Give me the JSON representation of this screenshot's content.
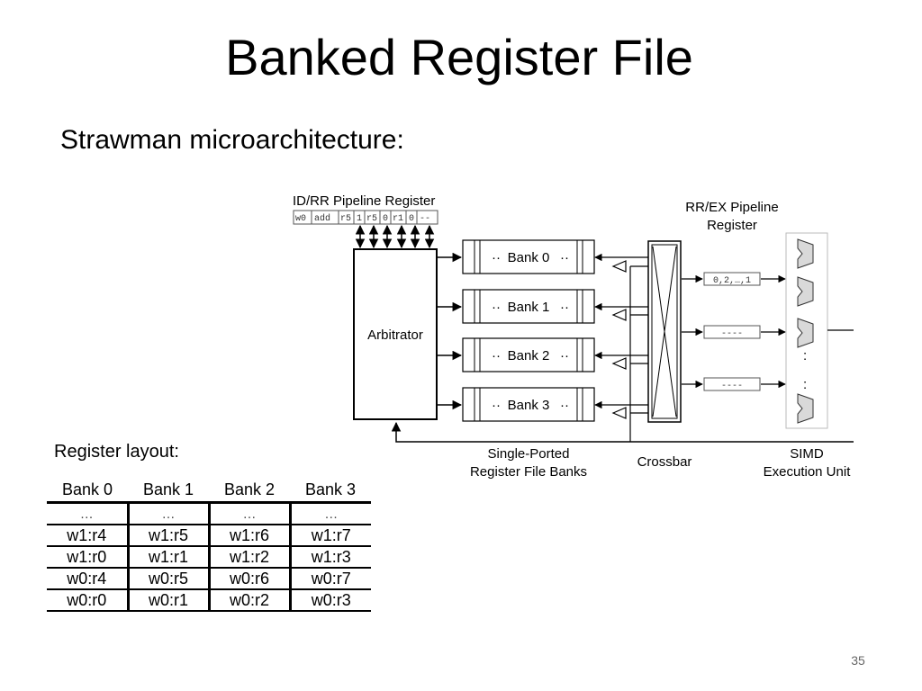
{
  "slide": {
    "title": "Banked Register File",
    "subtitle": "Strawman microarchitecture:",
    "page_number": "35"
  },
  "diagram": {
    "pipeline_register_label": "ID/RR Pipeline Register",
    "pipeline_register_fields": [
      "w0",
      "add",
      "r5",
      "1",
      "r5",
      "0",
      "r1",
      "0",
      "--"
    ],
    "arbitrator_label": "Arbitrator",
    "banks": [
      "Bank 0",
      "Bank 1",
      "Bank 2",
      "Bank 3"
    ],
    "bank_dots": "··",
    "banks_caption_line1": "Single-Ported",
    "banks_caption_line2": "Register File Banks",
    "crossbar_label": "Crossbar",
    "rrex_label_line1": "RR/EX Pipeline",
    "rrex_label_line2": "Register",
    "operand_slots": [
      "0,2,…,1",
      "----",
      "----"
    ],
    "simd_label_line1": "SIMD",
    "simd_label_line2": "Execution Unit",
    "vertical_dots": ":"
  },
  "register_layout": {
    "label": "Register layout:",
    "headers": [
      "Bank 0",
      "Bank 1",
      "Bank 2",
      "Bank 3"
    ],
    "rows": [
      [
        "…",
        "…",
        "…",
        "…"
      ],
      [
        "w1:r4",
        "w1:r5",
        "w1:r6",
        "w1:r7"
      ],
      [
        "w1:r0",
        "w1:r1",
        "w1:r2",
        "w1:r3"
      ],
      [
        "w0:r4",
        "w0:r5",
        "w0:r6",
        "w0:r7"
      ],
      [
        "w0:r0",
        "w0:r1",
        "w0:r2",
        "w0:r3"
      ]
    ]
  },
  "colors": {
    "line": "#000000",
    "bank_fill": "#ffffff",
    "simd_fill": "#d9d9d9",
    "frame": "#cccccc"
  }
}
